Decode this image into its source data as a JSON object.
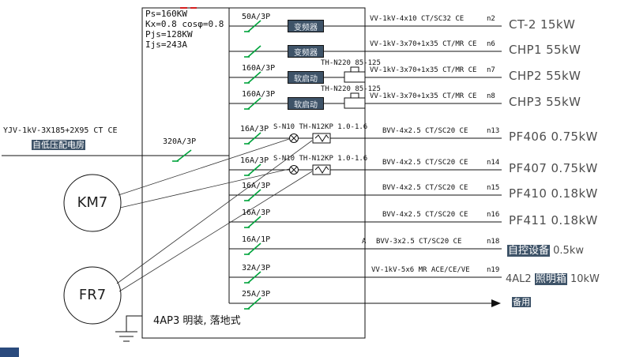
{
  "panel": {
    "info_lines": [
      "Ps=160KW",
      "Kx=0.8 cosφ=0.8",
      "Pjs=128KW",
      "Ijs=243A"
    ],
    "name": "4AP3 明装, 落地式"
  },
  "incoming": {
    "cable": "YJV-1kV-3X185+2X95 CT CE",
    "source": "自低压配电房",
    "breaker": "320A/3P"
  },
  "devices": {
    "contactor": "KM7",
    "thermal_relay": "FR7"
  },
  "feeders": [
    {
      "breaker": "50A/3P",
      "device": "变频器",
      "cable": "VV-1kV-4x10 CT/SC32 CE",
      "circuit": "n2",
      "load": "CT-2 15kW"
    },
    {
      "breaker": "",
      "device": "变频器",
      "cable": "VV-1kV-3x70+1x35 CT/MR CE",
      "circuit": "n6",
      "load": "CHP1 55kW"
    },
    {
      "breaker": "160A/3P",
      "device": "软启动",
      "relay": "TH-N220 85-125",
      "cable": "VV-1kV-3x70+1x35 CT/MR CE",
      "circuit": "n7",
      "load": "CHP2 55kW"
    },
    {
      "breaker": "160A/3P",
      "device": "软启动",
      "relay": "TH-N220 85-125",
      "cable": "VV-1kV-3x70+1x35 CT/MR CE",
      "circuit": "n8",
      "load": "CHP3 55kW"
    },
    {
      "breaker": "16A/3P",
      "starter": "S-N10 TH-N12KP 1.0-1.6",
      "cable": "BVV-4x2.5 CT/SC20 CE",
      "circuit": "n13",
      "load": "PF406 0.75kW"
    },
    {
      "breaker": "16A/3P",
      "starter": "S-N10 TH-N12KP 1.0-1.6",
      "cable": "BVV-4x2.5 CT/SC20 CE",
      "circuit": "n14",
      "load": "PF407 0.75kW"
    },
    {
      "breaker": "16A/3P",
      "cable": "BVV-4x2.5 CT/SC20 CE",
      "circuit": "n15",
      "load": "PF410 0.18kW"
    },
    {
      "breaker": "16A/3P",
      "cable": "BVV-4x2.5 CT/SC20 CE",
      "circuit": "n16",
      "load": "PF411 0.18kW"
    },
    {
      "breaker": "16A/1P",
      "phase": "A",
      "cable": "BVV-3x2.5 CT/SC20 CE",
      "circuit": "n18",
      "load_hl": "自控设备",
      "load_rest": " 0.5kw"
    },
    {
      "breaker": "32A/3P",
      "cable": "VV-1kV-5x6 MR ACE/CE/VE",
      "circuit": "n19",
      "load_pre": "4AL2 ",
      "load_hl": "照明箱",
      "load_rest": " 10kW"
    },
    {
      "breaker": "25A/3P",
      "load_hl": "备用"
    }
  ],
  "colors": {
    "breaker_green": "#00a33c",
    "highlight": "#3e5368",
    "line": "#111111"
  }
}
